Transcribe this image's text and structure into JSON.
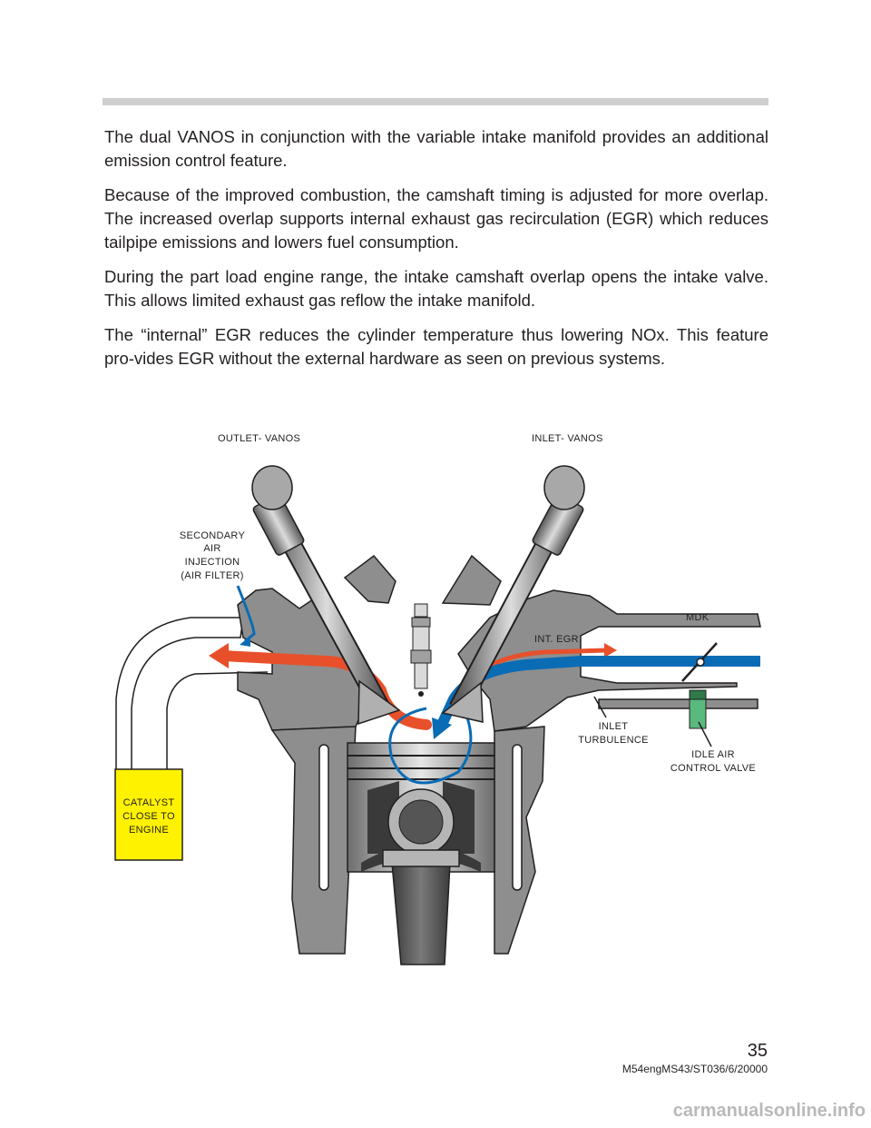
{
  "paragraphs": [
    "The dual VANOS in conjunction with the variable intake manifold provides an additional emission control feature.",
    "Because of the improved combustion, the camshaft timing is adjusted for more overlap. The increased overlap supports internal exhaust gas recirculation (EGR) which reduces tailpipe emissions and lowers fuel consumption.",
    "During the part load engine range, the intake camshaft overlap opens the intake valve.  This allows limited exhaust gas reflow the intake manifold.",
    "The “internal” EGR reduces the cylinder temperature thus lowering NOx.  This feature  pro-vides EGR without the external hardware as seen on previous systems."
  ],
  "diagram": {
    "outlet_vanos": "OUTLET- VANOS",
    "inlet_vanos": "INLET- VANOS",
    "secondary_air": [
      "SECONDARY",
      "AIR",
      "INJECTION",
      "(AIR FILTER)"
    ],
    "mdk": "MDK",
    "int_egr": "INT. EGR",
    "inlet_turbulence": [
      "INLET",
      "TURBULENCE"
    ],
    "idle_air": [
      "IDLE AIR",
      "CONTROL  VALVE"
    ],
    "catalyst": [
      "CATALYST",
      "CLOSE  TO",
      "ENGINE"
    ],
    "colors": {
      "exhaust": "#e8502b",
      "intake": "#0a6cb5",
      "catalyst": "#fff200",
      "valve": "#5ab97d",
      "metal": "#8e8e8e"
    }
  },
  "footer": {
    "page_number": "35",
    "doc_id": "M54engMS43/ST036/6/20000",
    "watermark": "carmanualsonline.info"
  }
}
